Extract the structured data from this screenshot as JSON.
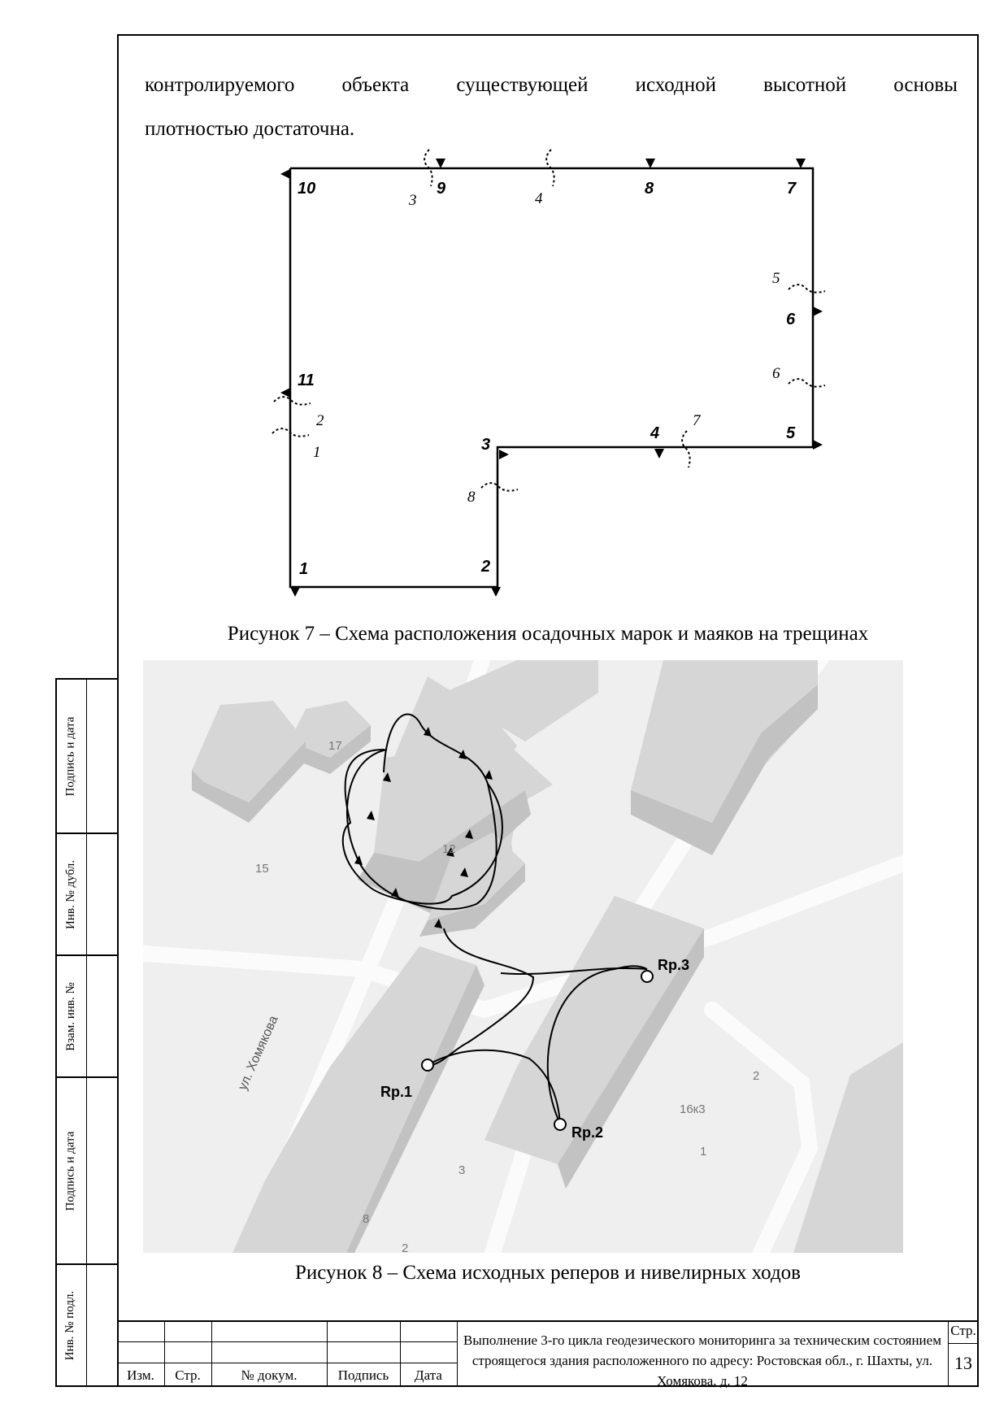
{
  "text": {
    "line1_words": [
      "контролируемого",
      "объекта",
      "существующей",
      "исходной",
      "высотной",
      "основы"
    ],
    "line2": "плотностью достаточна."
  },
  "figure7": {
    "caption": "Рисунок 7 – Схема расположения осадочных марок и маяков на трещинах",
    "marks": [
      "1",
      "2",
      "3",
      "4",
      "5",
      "6",
      "7",
      "8",
      "9",
      "10",
      "11"
    ],
    "cracks": [
      "1",
      "2",
      "3",
      "4",
      "5",
      "6",
      "7",
      "8"
    ]
  },
  "figure8": {
    "caption": "Рисунок 8 – Схема исходных реперов и нивелирных ходов",
    "street": "ул. Хомякова",
    "buildings": [
      "17",
      "15",
      "12",
      "8",
      "16к3"
    ],
    "entrances": [
      "2",
      "1",
      "3",
      "2"
    ],
    "benchmarks": [
      "Rp.1",
      "Rp.2",
      "Rp.3"
    ]
  },
  "sidebar": [
    "Подпись и дата",
    "Инв. № дубл.",
    "Взам. инв. №",
    "Подпись и дата",
    "Инв. № подл."
  ],
  "stamp": {
    "headers": [
      "Изм.",
      "Стр.",
      "№ докум.",
      "Подпись",
      "Дата"
    ],
    "title": "Выполнение 3-го цикла геодезического мониторинга за техническим состоянием строящегося здания расположенного по адресу: Ростовская обл., г. Шахты, ул. Хомякова, д. 12",
    "page_label": "Стр.",
    "page_number": "13"
  },
  "colors": {
    "map_bg": "#efefef",
    "building_top": "#d6d6d6",
    "building_side": "#c2c2c2",
    "road": "#ffffff"
  }
}
